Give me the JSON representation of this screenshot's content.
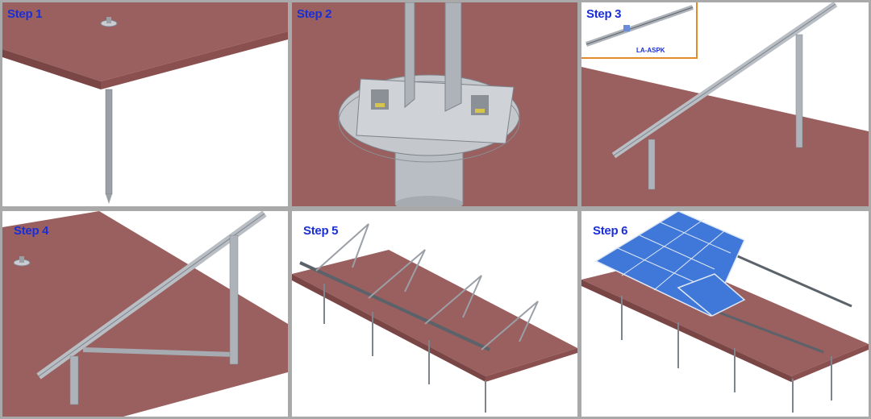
{
  "steps": [
    {
      "label": "Step 1"
    },
    {
      "label": "Step 2"
    },
    {
      "label": "Step 3",
      "inset_label": "LA-ASPK"
    },
    {
      "label": "Step 4"
    },
    {
      "label": "Step 5"
    },
    {
      "label": "Step 6"
    }
  ],
  "colors": {
    "ground": "#9a5f5f",
    "ground_edge": "#7a4545",
    "steel": "#b9bec4",
    "steel_dark": "#7d848b",
    "panel_blue": "#3f78d8",
    "label_blue": "#1b2fd6",
    "inset_border": "#e38a2d",
    "border_gray": "#a9a9a9"
  },
  "icons": [
    "ground-screw-icon",
    "mounting-bracket-icon",
    "rail-profile-icon",
    "solar-panel-icon"
  ]
}
